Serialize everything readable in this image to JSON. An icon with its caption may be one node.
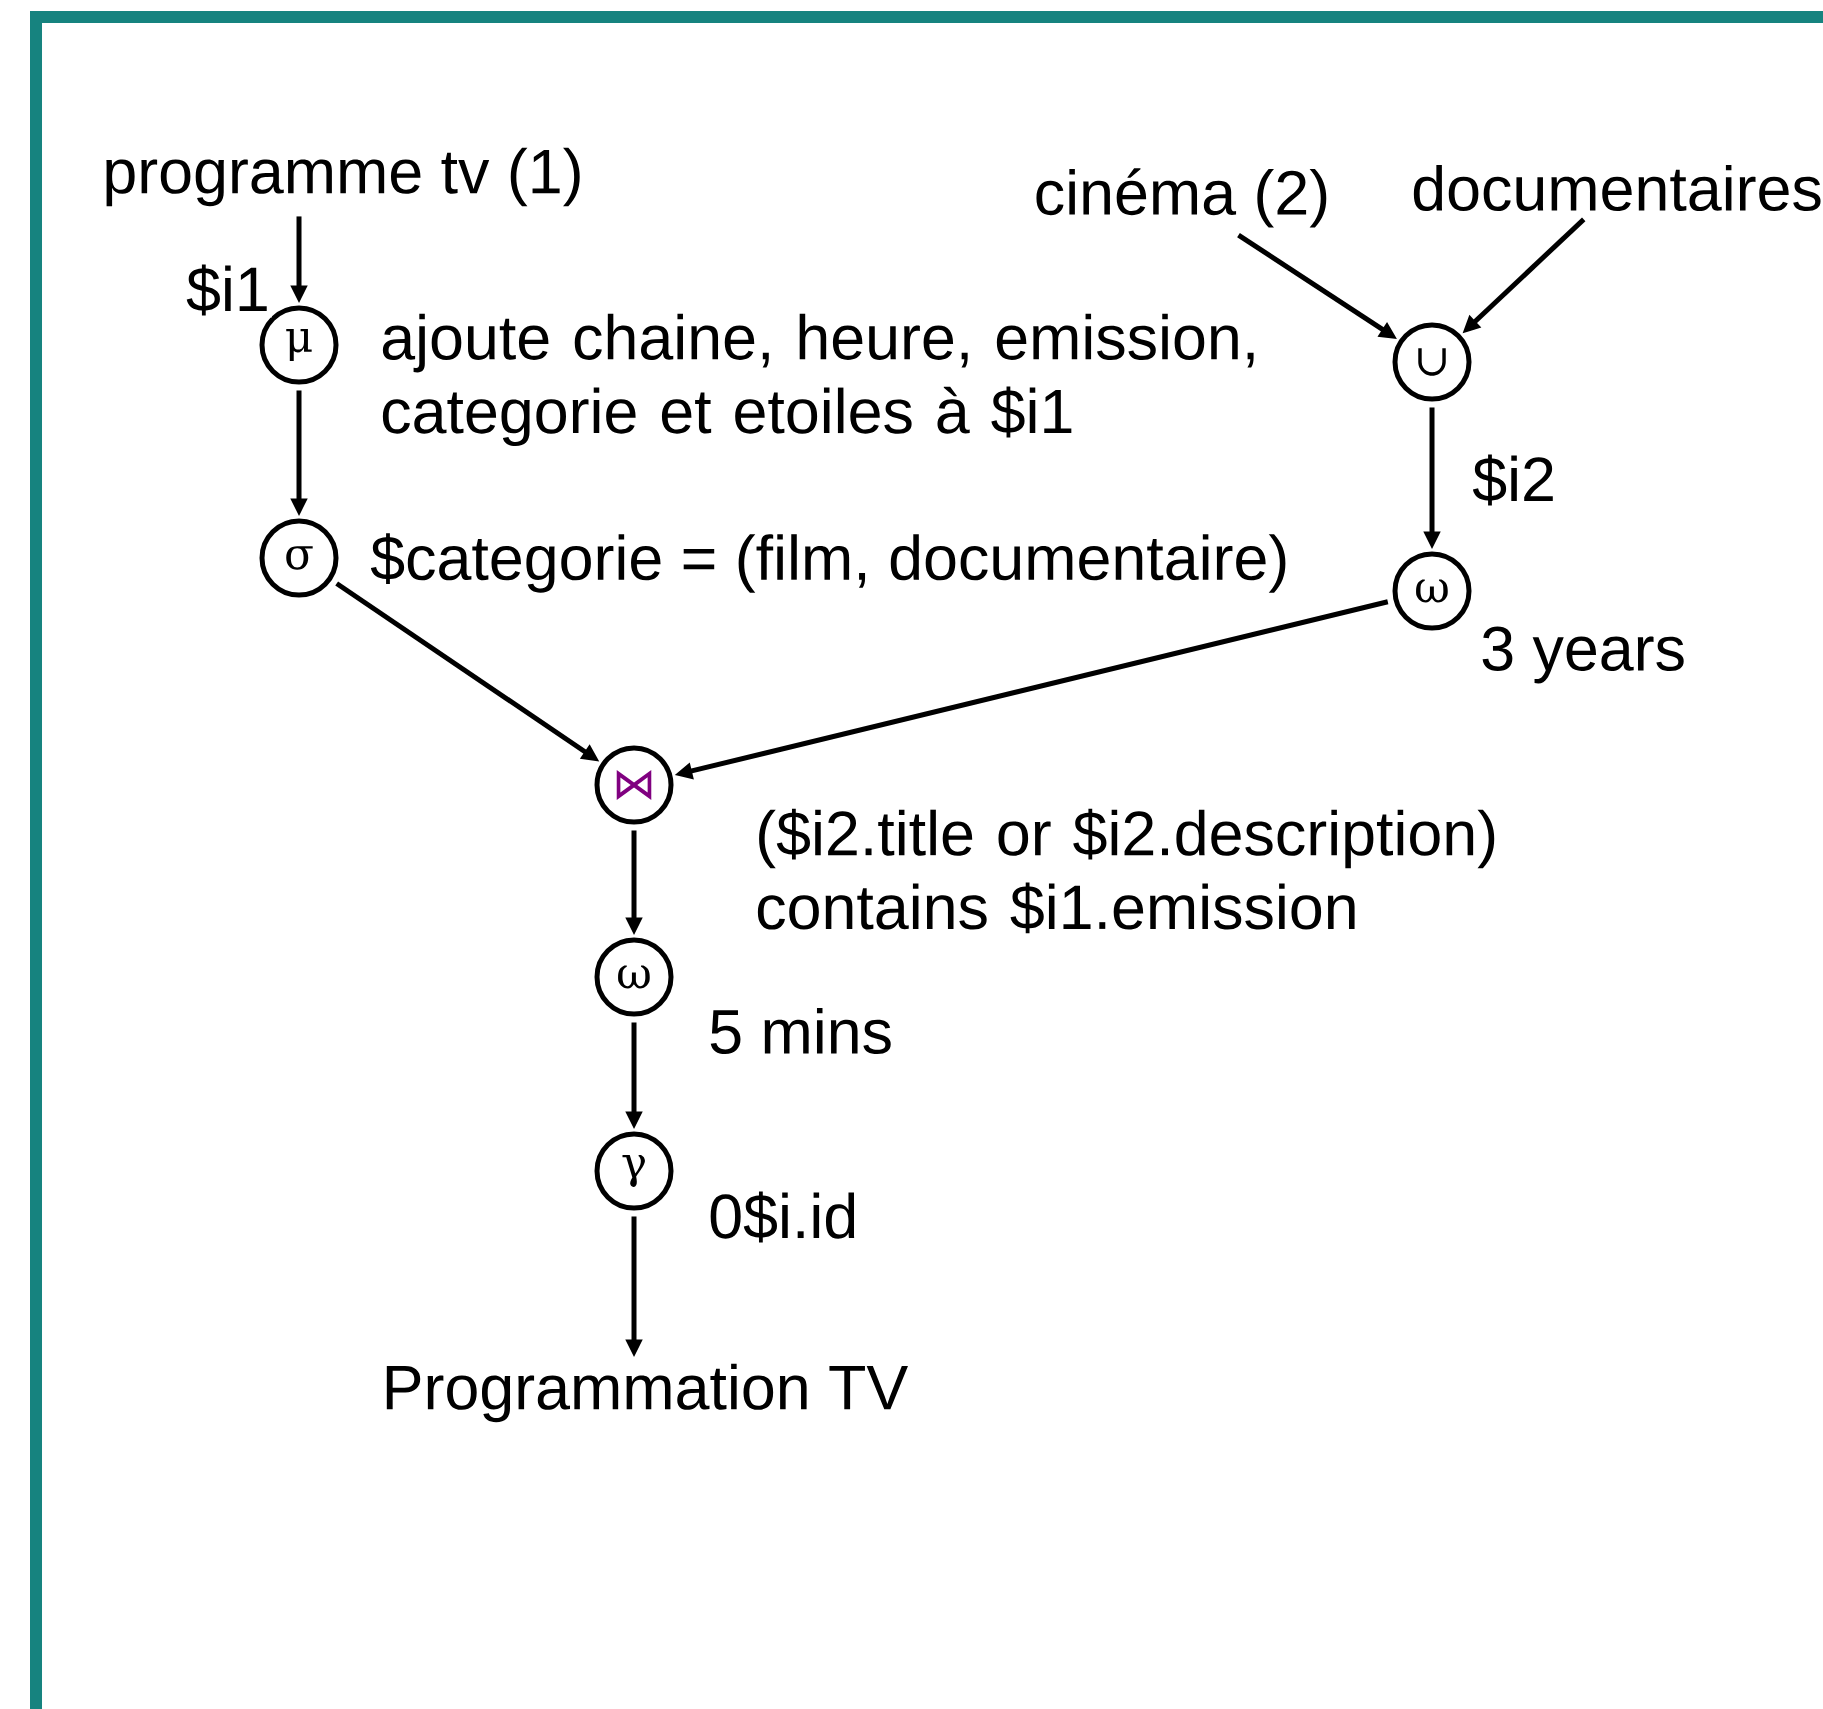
{
  "diagram": {
    "nodes": [
      {
        "text": [
          "programme tv (1)"
        ]
      },
      {
        "text": [
          "cinéma (2)"
        ]
      },
      {
        "text": [
          "documentaires"
        ]
      },
      {
        "text": [
          "μ"
        ],
        "beside": [
          "ajoute chaine, heure, emission, categorie et etoiles à $i1"
        ]
      },
      {
        "text": [
          "∪"
        ]
      },
      {
        "text": [
          "σ"
        ],
        "beside": [
          "$categorie = (film, documentaire)"
        ]
      },
      {
        "text": [
          "ω"
        ],
        "beside": [
          "3 years"
        ]
      },
      {
        "text": [
          "⋈"
        ],
        "beside": [
          "($i2.title or $i2.description) contains $i1.emission"
        ]
      },
      {
        "text": [
          "ω"
        ],
        "beside": [
          "5 mins"
        ]
      },
      {
        "text": [
          "γ"
        ],
        "beside": [
          "0$i.id"
        ]
      },
      {
        "text": [
          "Programmation TV"
        ]
      }
    ],
    "edges": [
      {
        "from": 0,
        "to": 3,
        "arrow": "to",
        "label": "$i1"
      },
      {
        "from": 3,
        "to": 5,
        "arrow": "to"
      },
      {
        "from": 1,
        "to": 4,
        "arrow": "to"
      },
      {
        "from": 2,
        "to": 4,
        "arrow": "to"
      },
      {
        "from": 4,
        "to": 6,
        "arrow": "to",
        "label": "$i2"
      },
      {
        "from": 5,
        "to": 7,
        "arrow": "to"
      },
      {
        "from": 6,
        "to": 7,
        "arrow": "to"
      },
      {
        "from": 7,
        "to": 8,
        "arrow": "to"
      },
      {
        "from": 8,
        "to": 9,
        "arrow": "to"
      },
      {
        "from": 9,
        "to": 10,
        "arrow": "to"
      }
    ]
  }
}
